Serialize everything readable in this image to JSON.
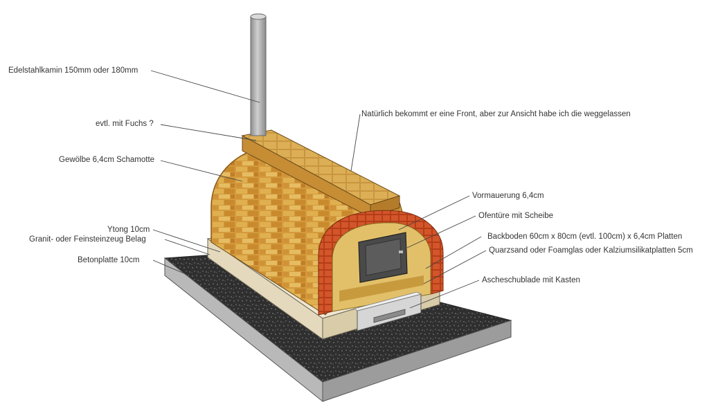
{
  "labels": {
    "chimney": "Edelstahlkamin 150mm oder 180mm",
    "fuchs": "evtl. mit Fuchs ?",
    "vault": "Gewölbe 6,4cm Schamotte",
    "ytong": "Ytong 10cm",
    "granite": "Granit- oder Feinsteinzeug Belag",
    "slab": "Betonplatte 10cm",
    "front": "Natürlich bekommt er eine Front, aber zur Ansicht habe ich die weggelassen",
    "masonry": "Vormauerung 6,4cm",
    "door": "Ofentüre mit Scheibe",
    "floor": "Backboden 60cm x 80cm (evtl. 100cm) x 6,4cm Platten",
    "insulation": "Quarzsand oder Foamglas oder Kalziumsilikatplatten 5cm",
    "ash": "Ascheschublade mit Kasten"
  },
  "colors": {
    "granite": "#3a3a3a",
    "base": "#e6dcc4",
    "brick_yellow": "#d9a441",
    "brick_red": "#c4461c",
    "steel": "#a8a8a8",
    "leader": "#444444"
  }
}
